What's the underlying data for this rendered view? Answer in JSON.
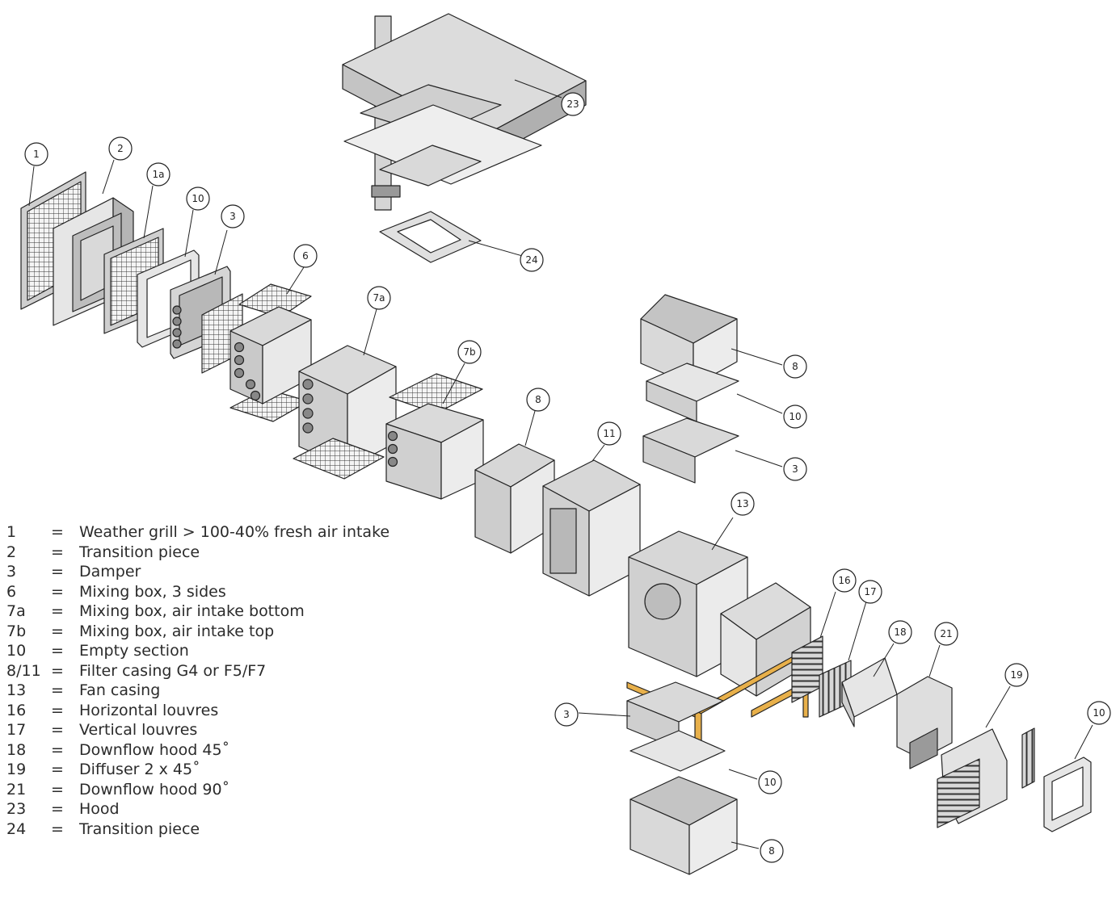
{
  "legend": [
    {
      "num": "1",
      "eq": "=",
      "desc": "Weather grill > 100-40% fresh air intake"
    },
    {
      "num": "2",
      "eq": "=",
      "desc": "Transition piece"
    },
    {
      "num": "3",
      "eq": "=",
      "desc": "Damper"
    },
    {
      "num": "6",
      "eq": "=",
      "desc": "Mixing box, 3 sides"
    },
    {
      "num": "7a",
      "eq": "=",
      "desc": "Mixing box, air intake bottom"
    },
    {
      "num": "7b",
      "eq": "=",
      "desc": "Mixing box, air intake top"
    },
    {
      "num": "10",
      "eq": "=",
      "desc": "Empty section"
    },
    {
      "num": "8/11",
      "eq": "=",
      "desc": "Filter casing G4 or F5/F7"
    },
    {
      "num": "13",
      "eq": "=",
      "desc": "Fan casing"
    },
    {
      "num": "16",
      "eq": "=",
      "desc": "Horizontal louvres"
    },
    {
      "num": "17",
      "eq": "=",
      "desc": "Vertical louvres"
    },
    {
      "num": "18",
      "eq": "=",
      "desc": "Downflow hood 45˚"
    },
    {
      "num": "19",
      "eq": "=",
      "desc": "Diffuser 2 x 45˚"
    },
    {
      "num": "21",
      "eq": "=",
      "desc": "Downflow hood 90˚"
    },
    {
      "num": "23",
      "eq": "=",
      "desc": "Hood"
    },
    {
      "num": "24",
      "eq": "=",
      "desc": "Transition piece"
    }
  ],
  "callouts": {
    "c1": "1",
    "c2": "2",
    "c1a": "1a",
    "c10a": "10",
    "c3a": "3",
    "c6": "6",
    "c7a": "7a",
    "c7b": "7b",
    "c8a": "8",
    "c11": "11",
    "c23": "23",
    "c24": "24",
    "c8top": "8",
    "c10top": "10",
    "c3top": "3",
    "c13": "13",
    "c16": "16",
    "c17": "17",
    "c18": "18",
    "c21": "21",
    "c19": "19",
    "c10right": "10",
    "c3bottom": "3",
    "c10bottom": "10",
    "c8bottom": "8"
  },
  "colors": {
    "line": "#222222",
    "face_light": "#e6e6e6",
    "face_mid": "#c9c9c9",
    "face_dark": "#9b9b9b",
    "frame_wood": "#e8b04a"
  }
}
